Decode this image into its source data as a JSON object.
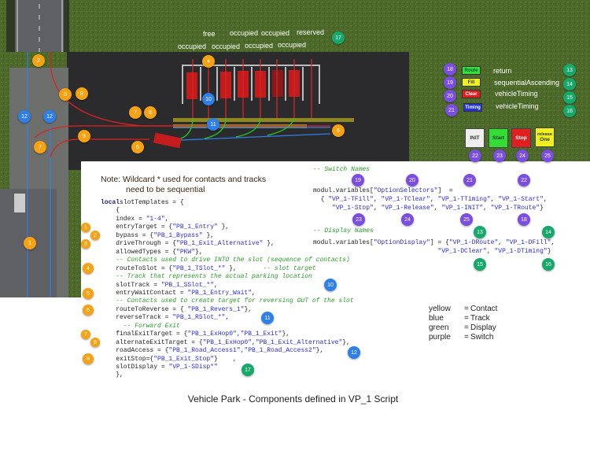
{
  "scene": {
    "slot_labels_top": [
      "free",
      "occupied",
      "occupied",
      "reserved"
    ],
    "slot_labels_bottom": [
      "occupied",
      "occupied",
      "occupied",
      "occupied"
    ]
  },
  "controls": {
    "small_buttons": [
      {
        "label": "Route",
        "value": "return",
        "color": "#33e033"
      },
      {
        "label": "Fill",
        "value": "sequentialAscending",
        "color": "#f2f21a"
      },
      {
        "label": "Clear",
        "value": "vehicleTiming",
        "color": "#e02020"
      },
      {
        "label": "Timing",
        "value": "vehicleTiming",
        "color": "#2233dd"
      }
    ],
    "big_buttons": [
      {
        "label": "INIT",
        "color": "#eeeeee"
      },
      {
        "label": "Start",
        "color": "#33dd33"
      },
      {
        "label": "Stop",
        "color": "#e02020"
      },
      {
        "label": "release",
        "label2": "One",
        "color": "#f0f020"
      }
    ]
  },
  "note": {
    "line1": "Note:  Wildcard * used for contacts and tracks",
    "line2": "need to be sequential"
  },
  "code_left": [
    [
      [
        "kw",
        "local"
      ],
      [
        "",
        "slotTemplates = {"
      ]
    ],
    [
      [
        "",
        "    {"
      ]
    ],
    [
      [
        "",
        "    index = "
      ],
      [
        "str",
        "\"1-4\""
      ],
      [
        "",
        ","
      ]
    ],
    [
      [
        "",
        "    entryTarget = {"
      ],
      [
        "str",
        "\"PB_1_Entry\""
      ],
      [
        "",
        " },"
      ]
    ],
    [
      [
        "",
        "    bypass = {"
      ],
      [
        "str",
        "\"PB_1_Bypass\""
      ],
      [
        "",
        " },"
      ]
    ],
    [
      [
        "",
        "    driveThrough = {"
      ],
      [
        "str",
        "\"PB_1_Exit_Alternative\""
      ],
      [
        "",
        " },"
      ]
    ],
    [
      [
        "",
        "    allowedTypes = {"
      ],
      [
        "str",
        "\"PKW\""
      ],
      [
        "",
        "},"
      ]
    ],
    [
      [
        "cm",
        "    -- Contacts used to drive INTO the slot (sequence of contacts)"
      ]
    ],
    [
      [
        "",
        "    routeToSlot = {"
      ],
      [
        "str",
        "\"PB_1_TSlot_*\""
      ],
      [
        "",
        " },       "
      ],
      [
        "cm",
        "-- slot target"
      ]
    ],
    [
      [
        "cm",
        "    -- Track that represents the actual parking location"
      ]
    ],
    [
      [
        "",
        "    slotTrack = "
      ],
      [
        "str",
        "\"PB_1_SSlot_*\""
      ],
      [
        "",
        ","
      ]
    ],
    [
      [
        "",
        "    entryWaitContact = "
      ],
      [
        "str",
        "\"PB_1_Entry_Wait\""
      ],
      [
        "",
        ","
      ]
    ],
    [
      [
        "cm",
        "    -- Contacts used to create target for reversing OUT of the slot"
      ]
    ],
    [
      [
        "",
        "    routeToReverse = { "
      ],
      [
        "str",
        "\"PB_1_Revers_1\""
      ],
      [
        "",
        "},"
      ]
    ],
    [
      [
        "",
        "    reverseTrack = "
      ],
      [
        "str",
        "\"PB_1_RSlot_*\""
      ],
      [
        "",
        ","
      ]
    ],
    [
      [
        "cm",
        "      -- Forward Exit"
      ]
    ],
    [
      [
        "",
        "    finalExitTarget = {"
      ],
      [
        "str",
        "\"PB_1_ExHop0\",\"PB_1_Exit\""
      ],
      [
        "",
        "},"
      ]
    ],
    [
      [
        "",
        "    alternateExitTarget = {"
      ],
      [
        "str",
        "\"PB_1_ExHop0\",\"PB_1_Exit_Alternative\""
      ],
      [
        "",
        "},"
      ]
    ],
    [
      [
        "",
        "    roadAccess = {"
      ],
      [
        "str",
        "\"PB_1_Road_Access1\",\"PB_1_Road_Access2\""
      ],
      [
        "",
        "},"
      ]
    ],
    [
      [
        "",
        "    exitStop={"
      ],
      [
        "str",
        "\"PB_1_Exit_Stop\""
      ],
      [
        "",
        "}    ,"
      ]
    ],
    [
      [
        "",
        "    slotDisplay = "
      ],
      [
        "str",
        "\"VP_1-SDisp*\""
      ]
    ],
    [
      [
        "",
        "    },"
      ]
    ]
  ],
  "code_right": [
    [
      [
        "cm",
        "-- Switch Names"
      ]
    ],
    [
      [
        "",
        "modul.variables["
      ],
      [
        "str",
        "\"OptionSelectors\""
      ],
      [
        "",
        "]  ="
      ]
    ],
    [
      [
        "",
        "  { "
      ],
      [
        "str",
        "\"VP_1-TFill\""
      ],
      [
        "",
        ", "
      ],
      [
        "str",
        "\"VP_1-TClear\""
      ],
      [
        "",
        ", "
      ],
      [
        "str",
        "\"VP_1-TTiming\""
      ],
      [
        "",
        ", "
      ],
      [
        "str",
        "\"VP_1-Start\""
      ],
      [
        "",
        ","
      ]
    ],
    [
      [
        "",
        "     "
      ],
      [
        "str",
        "\"VP_1-Stop\""
      ],
      [
        "",
        ", "
      ],
      [
        "str",
        "\"VP_1-Release\""
      ],
      [
        "",
        ", "
      ],
      [
        "str",
        "\"VP_1-INIT\""
      ],
      [
        "",
        ", "
      ],
      [
        "str",
        "\"VP_1-TRoute\""
      ],
      [
        "",
        "}"
      ]
    ],
    [
      [
        "",
        "  "
      ]
    ],
    [
      [
        "",
        "  "
      ]
    ],
    [
      [
        "cm",
        "-- Display Names"
      ]
    ],
    [
      [
        "",
        "modul.variables["
      ],
      [
        "str",
        "\"OptionDisplay\""
      ],
      [
        "",
        "] = {"
      ],
      [
        "str",
        "\"VP_1-DRoute\""
      ],
      [
        "",
        ", "
      ],
      [
        "str",
        "\"VP_1-DFill\""
      ],
      [
        "",
        ","
      ]
    ],
    [
      [
        "",
        "                                 "
      ],
      [
        "str",
        "\"VP_1-DClear\""
      ],
      [
        "",
        ", "
      ],
      [
        "str",
        "\"VP_1-DTiming\""
      ],
      [
        "",
        "}"
      ]
    ]
  ],
  "badges": [
    {
      "n": "2",
      "kind": "orange"
    },
    {
      "n": "3",
      "kind": "orange"
    },
    {
      "n": "8",
      "kind": "orange"
    },
    {
      "n": "12",
      "kind": "blue"
    },
    {
      "n": "12",
      "kind": "blue"
    },
    {
      "n": "7",
      "kind": "orange"
    },
    {
      "n": "8",
      "kind": "orange"
    },
    {
      "n": "10",
      "kind": "blue"
    },
    {
      "n": "11",
      "kind": "blue"
    },
    {
      "n": "4",
      "kind": "orange"
    },
    {
      "n": "6",
      "kind": "orange"
    },
    {
      "n": "9",
      "kind": "orange"
    },
    {
      "n": "7",
      "kind": "orange"
    },
    {
      "n": "5",
      "kind": "orange"
    },
    {
      "n": "17",
      "kind": "green"
    },
    {
      "n": "1",
      "kind": "orange"
    },
    {
      "n": "18",
      "kind": "purple"
    },
    {
      "n": "19",
      "kind": "purple"
    },
    {
      "n": "20",
      "kind": "purple"
    },
    {
      "n": "21",
      "kind": "purple"
    },
    {
      "n": "13",
      "kind": "green"
    },
    {
      "n": "14",
      "kind": "green"
    },
    {
      "n": "15",
      "kind": "green"
    },
    {
      "n": "16",
      "kind": "green"
    },
    {
      "n": "22",
      "kind": "purple"
    },
    {
      "n": "23",
      "kind": "purple"
    },
    {
      "n": "24",
      "kind": "purple"
    },
    {
      "n": "25",
      "kind": "purple"
    },
    {
      "n": "1",
      "kind": "orange"
    },
    {
      "n": "2",
      "kind": "orange"
    },
    {
      "n": "3",
      "kind": "orange"
    },
    {
      "n": "4",
      "kind": "orange"
    },
    {
      "n": "5",
      "kind": "orange"
    },
    {
      "n": "6",
      "kind": "orange"
    },
    {
      "n": "7",
      "kind": "orange"
    },
    {
      "n": "8",
      "kind": "orange"
    },
    {
      "n": "9",
      "kind": "orange"
    },
    {
      "n": "10",
      "kind": "blue"
    },
    {
      "n": "11",
      "kind": "blue"
    },
    {
      "n": "12",
      "kind": "blue"
    },
    {
      "n": "17",
      "kind": "green"
    },
    {
      "n": "19",
      "kind": "purple"
    },
    {
      "n": "20",
      "kind": "purple"
    },
    {
      "n": "21",
      "kind": "purple"
    },
    {
      "n": "22",
      "kind": "purple"
    },
    {
      "n": "23",
      "kind": "purple"
    },
    {
      "n": "24",
      "kind": "purple"
    },
    {
      "n": "25",
      "kind": "purple"
    },
    {
      "n": "18",
      "kind": "purple"
    },
    {
      "n": "13",
      "kind": "green"
    },
    {
      "n": "14",
      "kind": "green"
    },
    {
      "n": "15",
      "kind": "green"
    },
    {
      "n": "16",
      "kind": "green"
    }
  ],
  "legend": [
    {
      "color": "yellow",
      "meaning": "Contact"
    },
    {
      "color": "blue",
      "meaning": "Track"
    },
    {
      "color": "green",
      "meaning": "Display"
    },
    {
      "color": "purple",
      "meaning": "Switch"
    }
  ],
  "legend_eq": "=",
  "title": "Vehicle Park - Components defined in VP_1 Script"
}
